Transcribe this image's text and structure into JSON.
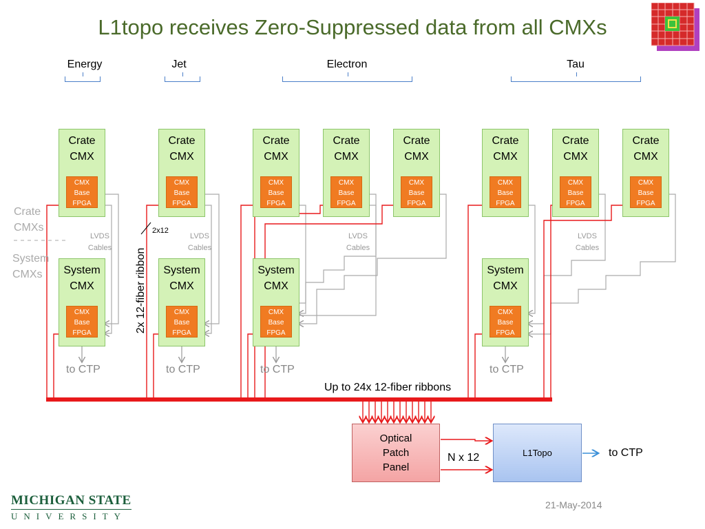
{
  "title": "L1topo receives Zero-Suppressed data from all CMXs",
  "groups": {
    "energy": "Energy",
    "jet": "Jet",
    "electron": "Electron",
    "tau": "Tau"
  },
  "crate_cmx_label": "Crate\nCMX",
  "system_cmx_label": "System\nCMX",
  "fpga_label": "CMX\nBase\nFPGA",
  "side_labels": {
    "crate": "Crate\nCMXs",
    "system": "System\nCMXs"
  },
  "lvds_label": "LVDS\nCables",
  "to_ctp": "to CTP",
  "fiber_ribbon_label": "2x  12-fiber ribbon",
  "fiber_count": "2x12",
  "ribbons_label": "Up to 24x 12-fiber ribbons",
  "optical_patch_panel": "Optical\nPatch\nPanel",
  "n_x_12": "N x 12",
  "l1topo": "L1Topo",
  "l1topo_to_ctp": "to CTP",
  "university_line1": "MICHIGAN STATE",
  "university_line2": "UNIVERSITY",
  "date": "21-May-2014",
  "colors": {
    "title": "#4a6a2a",
    "fiber": "#e8191b",
    "lvds": "#aaaaaa",
    "brace": "#4a7ec8",
    "cmx_fill": "#d4f2b7",
    "fpga_fill": "#f07b22"
  }
}
